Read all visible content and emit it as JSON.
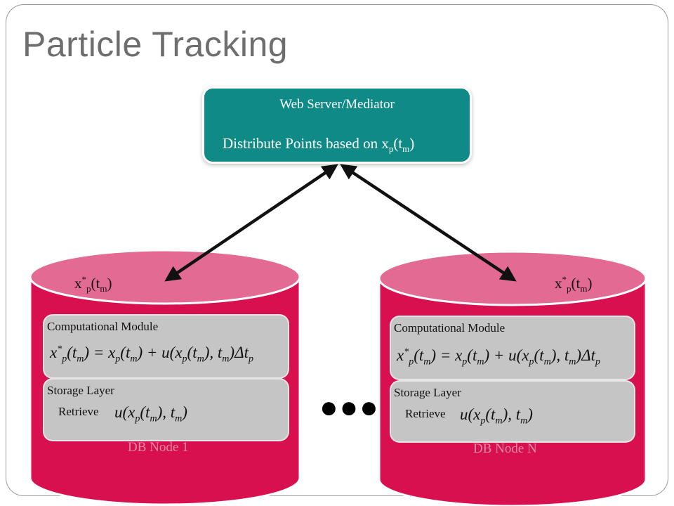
{
  "title": "Particle Tracking",
  "server": {
    "heading": "Web Server/Mediator",
    "line2": "Distribute Points based on  x",
    "line2_math": "x_p(t_m)"
  },
  "nodes": [
    {
      "top_label_base": "x",
      "top_label_sup": "*",
      "top_label_sub": "p",
      "top_label_tail": "(t",
      "top_label_sub2": "m",
      "top_label_end": ")",
      "compute_title": "Computational Module",
      "storage_title": "Storage Layer",
      "retrieve_label": "Retrieve",
      "node_label": "DB Node 1"
    },
    {
      "top_label_base": "x",
      "top_label_sup": "*",
      "top_label_sub": "p",
      "top_label_tail": "(t",
      "top_label_sub2": "m",
      "top_label_end": ")",
      "compute_title": "Computational Module",
      "storage_title": "Storage Layer",
      "retrieve_label": "Retrieve",
      "node_label": "DB Node N"
    }
  ],
  "ellipsis": "●●●",
  "colors": {
    "cylinder_body": "#d8104f",
    "cylinder_top": "#e36a93",
    "server": "#0f8a87",
    "module": "#c5c5c5",
    "title": "#6e6e6e"
  }
}
